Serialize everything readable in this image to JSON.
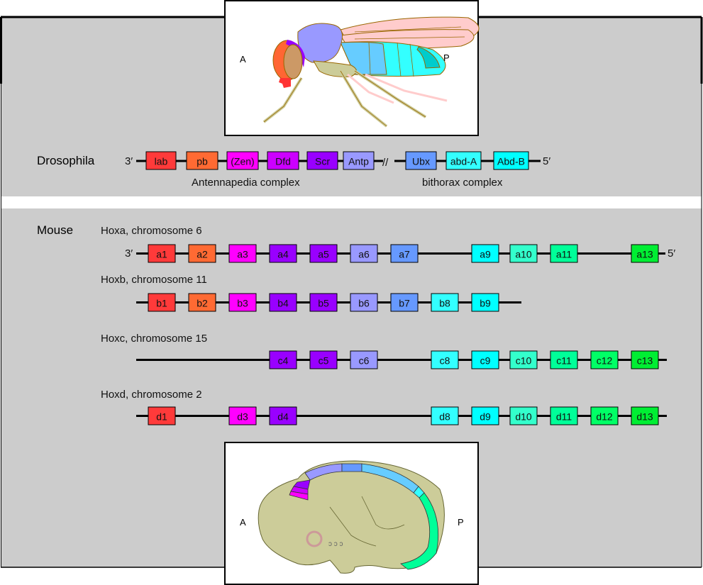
{
  "drosophila": {
    "label": "Drosophila",
    "three_prime": "3′",
    "five_prime": "5′",
    "break_mark": "//",
    "antennapedia_label": "Antennapedia complex",
    "bithorax_label": "bithorax complex",
    "genes": [
      {
        "name": "lab",
        "color": "#ff3a3a"
      },
      {
        "name": "pb",
        "color": "#ff6a33"
      },
      {
        "name": "(Zen)",
        "color": "#ff00ff"
      },
      {
        "name": "Dfd",
        "color": "#cc00ff"
      },
      {
        "name": "Scr",
        "color": "#9900ff"
      },
      {
        "name": "Antp",
        "color": "#9999ff"
      },
      {
        "name": "Ubx",
        "color": "#6699ff"
      },
      {
        "name": "abd-A",
        "color": "#33ffff"
      },
      {
        "name": "Abd-B",
        "color": "#00ffff"
      }
    ]
  },
  "mouse": {
    "label": "Mouse",
    "three_prime": "3′",
    "five_prime": "5′",
    "paralog_colors": {
      "1": "#ff3a3a",
      "2": "#ff6a33",
      "3": "#ff00ff",
      "4": "#9900ff",
      "5": "#9900ff",
      "6": "#9999ff",
      "7": "#6699ff",
      "8": "#33ffff",
      "9": "#00ffff",
      "10": "#33ffcc",
      "11": "#00ff99",
      "12": "#00ff66",
      "13": "#00ee33"
    },
    "clusters": [
      {
        "title": "Hoxa, chromosome 6",
        "prefix": "a",
        "genes": [
          1,
          2,
          3,
          4,
          5,
          6,
          7,
          9,
          10,
          11,
          13
        ]
      },
      {
        "title": "Hoxb, chromosome 11",
        "prefix": "b",
        "genes": [
          1,
          2,
          3,
          4,
          5,
          6,
          7,
          8,
          9
        ]
      },
      {
        "title": "Hoxc, chromosome 15",
        "prefix": "c",
        "genes": [
          4,
          5,
          6,
          8,
          9,
          10,
          11,
          12,
          13
        ]
      },
      {
        "title": "Hoxd, chromosome 2",
        "prefix": "d",
        "genes": [
          1,
          3,
          4,
          8,
          9,
          10,
          11,
          12,
          13
        ]
      }
    ]
  },
  "fly_figure": {
    "anterior": "A",
    "posterior": "P"
  },
  "embryo_figure": {
    "anterior": "A",
    "posterior": "P"
  }
}
